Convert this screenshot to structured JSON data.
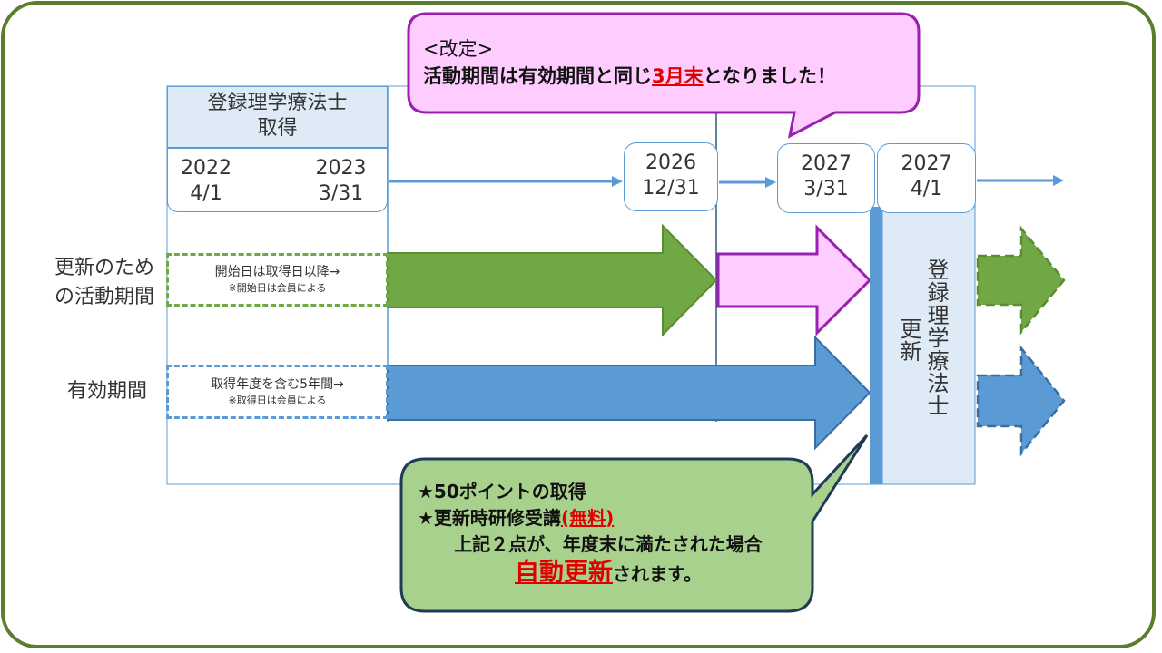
{
  "header": {
    "line1": "登録理学療法士",
    "line2": "取得"
  },
  "dates": {
    "d1": {
      "year": "2022",
      "day": "4/1"
    },
    "d2": {
      "year": "2023",
      "day": "3/31"
    },
    "d3": {
      "year": "2026",
      "day": "12/31"
    },
    "d4": {
      "year": "2027",
      "day": "3/31"
    },
    "d5": {
      "year": "2027",
      "day": "4/1"
    }
  },
  "rows": {
    "activity": {
      "label1": "更新のため",
      "label2": "の活動期間",
      "note_main": "開始日は取得日以降→",
      "note_sub": "※開始日は会員による"
    },
    "valid": {
      "label": "有効期間",
      "note_main": "取得年度を含む5年間→",
      "note_sub": "※取得日は会員による"
    }
  },
  "renewal": {
    "col1": "登録理学療法士",
    "col2": "更新"
  },
  "top_callout": {
    "line1": "<改定>",
    "line2_pre": "活動期間は有効期間と同じ",
    "line2_em": "3月末",
    "line2_post": "となりました！"
  },
  "bottom_callout": {
    "line1": "★50ポイントの取得",
    "line2_pre": "★更新時研修受講",
    "line2_em": "(無料)",
    "line3": "上記２点が、年度末に満たされた場合",
    "line4_em": "自動更新",
    "line4_post": "されます。"
  },
  "colors": {
    "green": "#70a845",
    "pink": "#ffccff",
    "purple": "#9b1fb0",
    "blue": "#5b9bd5",
    "callout_green": "#a9d18e",
    "dark_navy": "#1f3b57"
  }
}
